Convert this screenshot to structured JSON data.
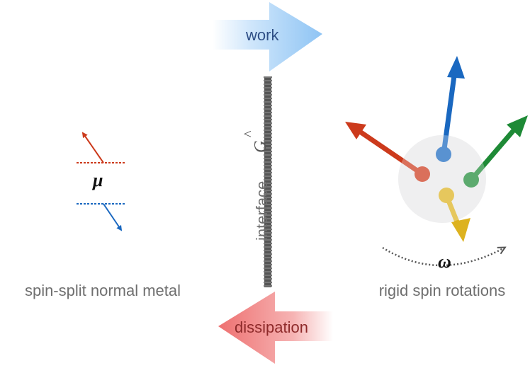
{
  "labels": {
    "left_region": "spin-split normal metal",
    "right_region": "rigid spin rotations",
    "work": "work",
    "dissipation": "dissipation",
    "interface": "interface",
    "interface_symbol": "G",
    "interface_symbol_accent": "^",
    "chemical_potential": "μ",
    "angular_velocity": "ω"
  },
  "colors": {
    "spin_up": "#cc3a1c",
    "spin_down": "#1a68c0",
    "spin_green": "#1e8a36",
    "spin_yellow": "#ddb21f",
    "interface": "#555555",
    "work_arrow": "#8ec4f4",
    "dissipation_arrow": "#ef7a7a",
    "sphere": "#e9e9ea"
  }
}
